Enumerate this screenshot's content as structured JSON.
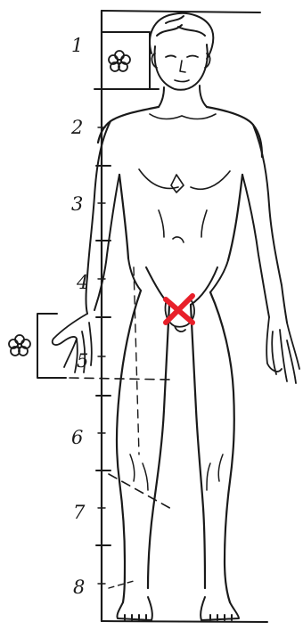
{
  "scale": {
    "head_units": [
      "1",
      "2",
      "3",
      "4",
      "5",
      "6",
      "7",
      "8"
    ]
  },
  "marks": {
    "crotch_mark_color": "#e8202a",
    "ink_color": "#1a1a1a"
  },
  "icons": [
    "flower-icon",
    "flower-icon"
  ]
}
